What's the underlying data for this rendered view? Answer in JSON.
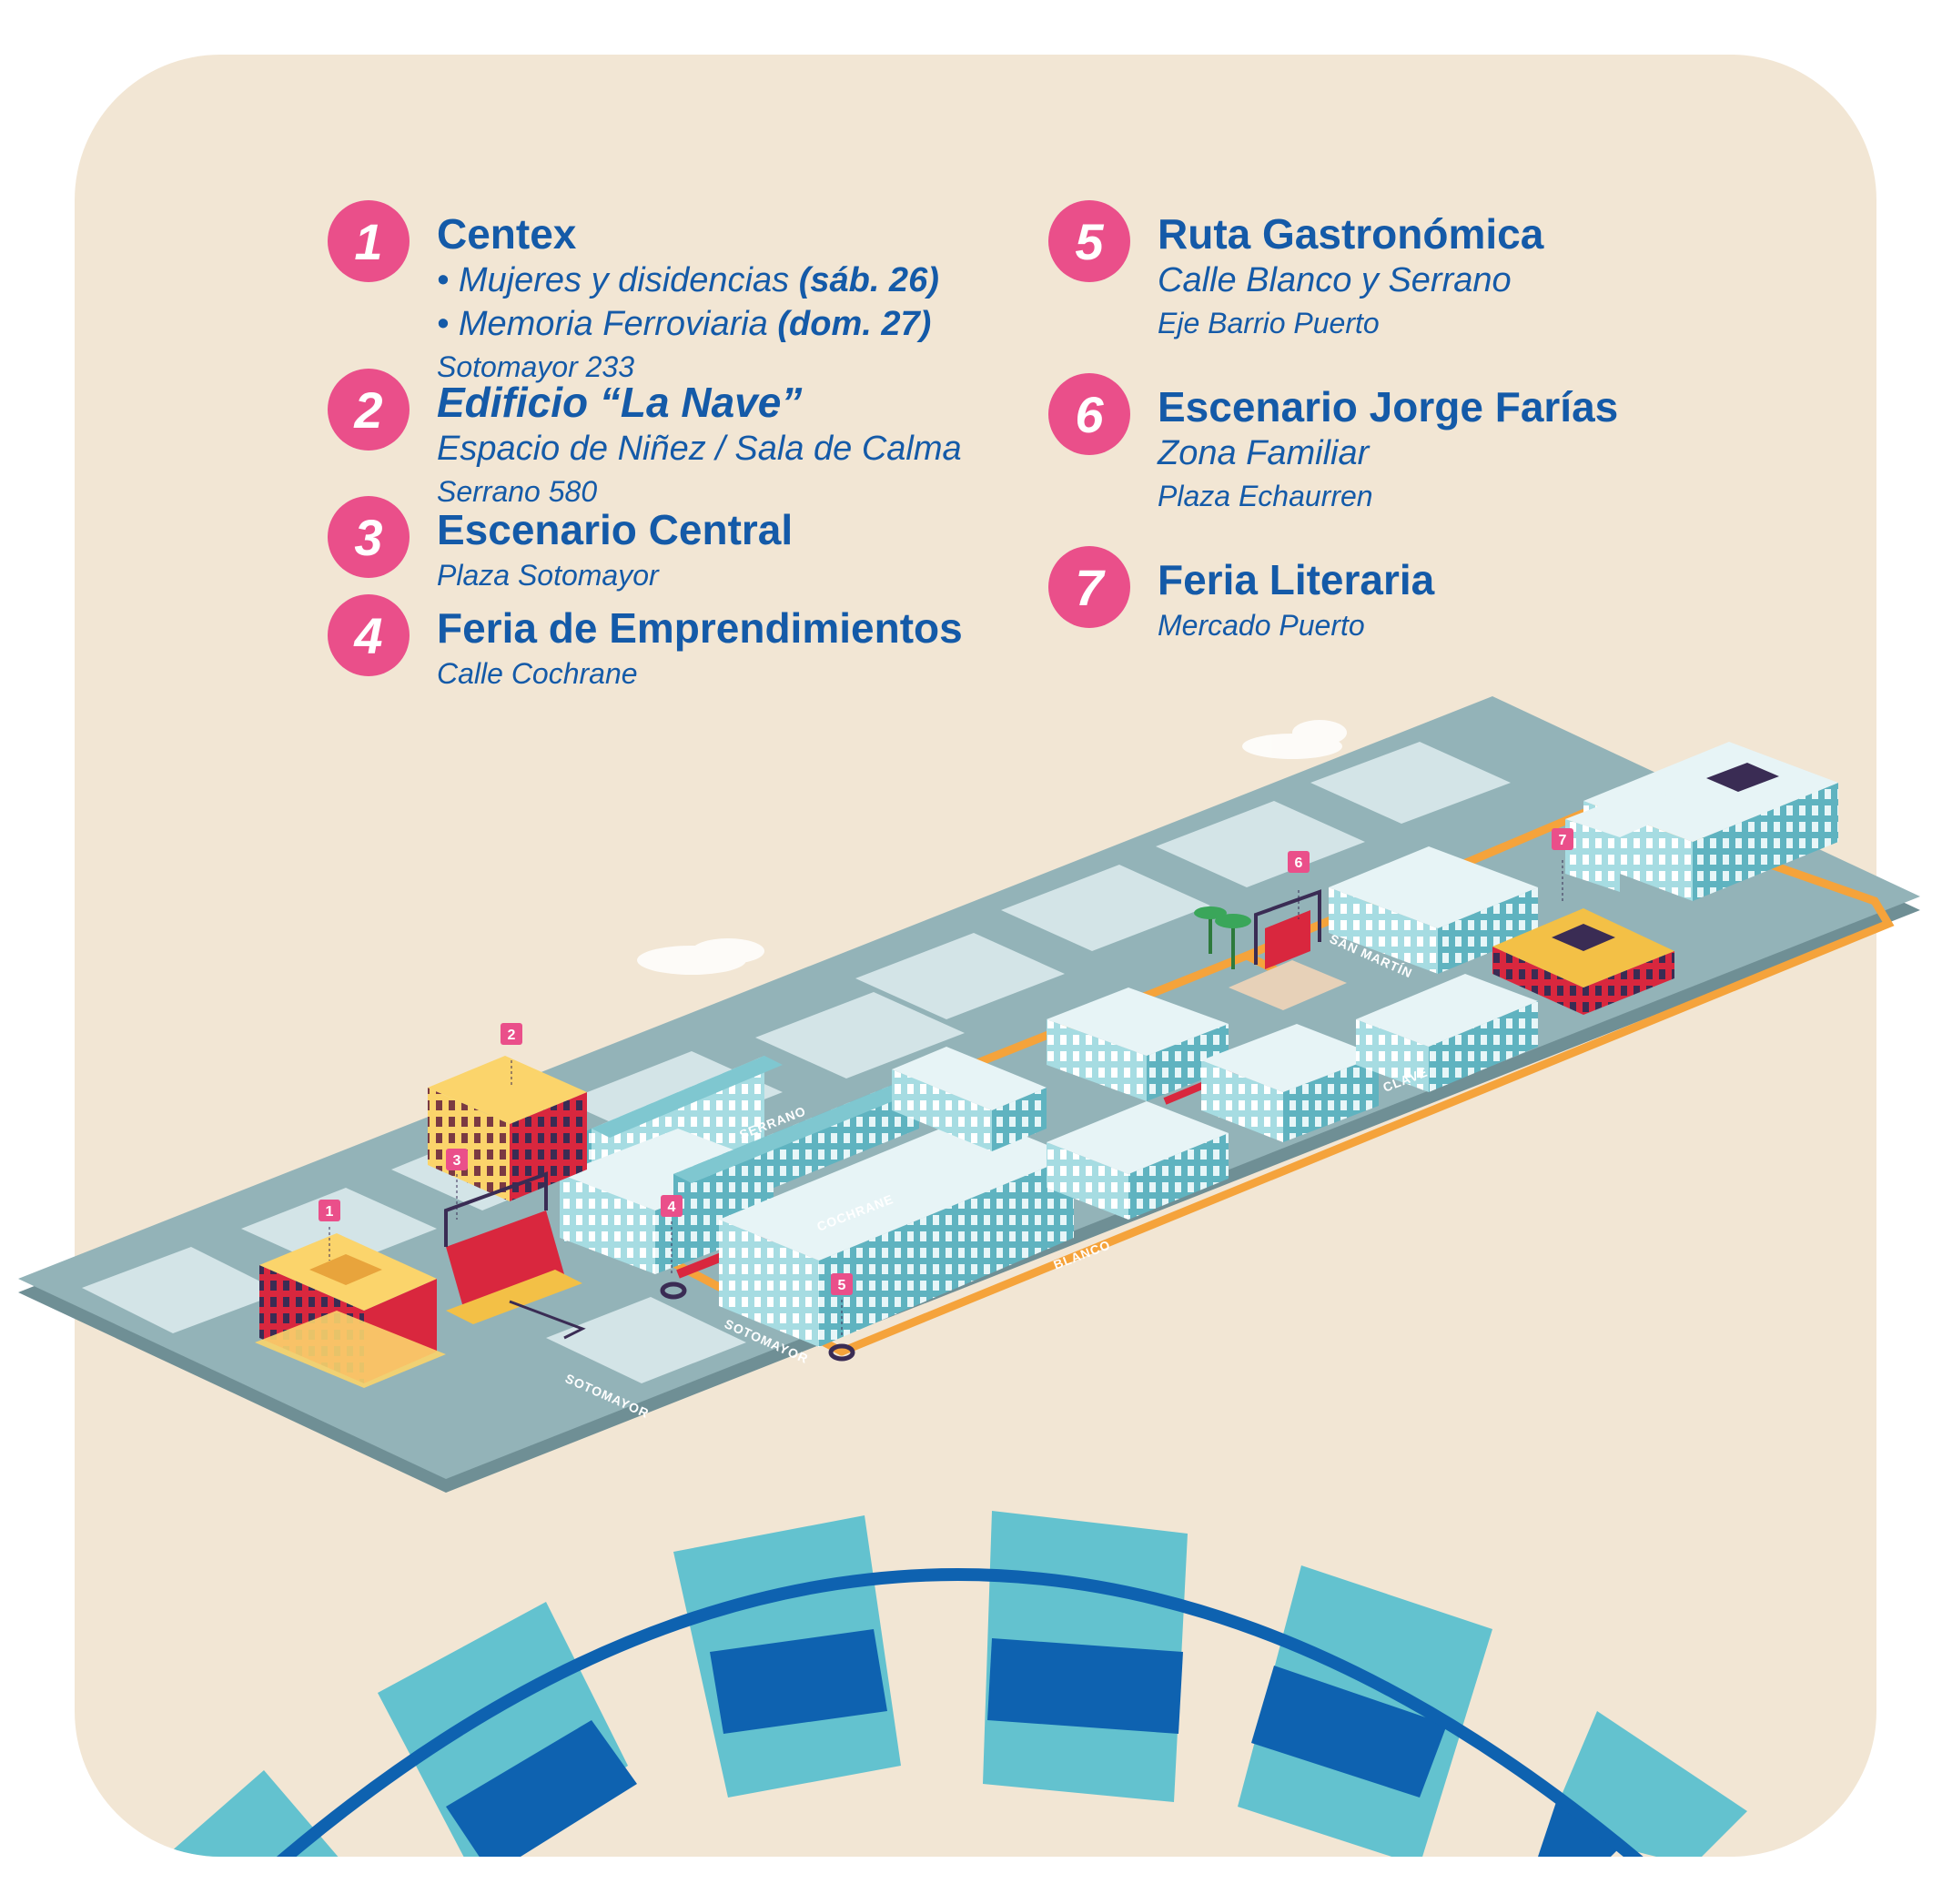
{
  "legend": [
    {
      "num": "1",
      "title": "Centex",
      "bullets": [
        {
          "text": "• Mujeres y disidencias ",
          "bold": "(sáb. 26)"
        },
        {
          "text": "• Memoria Ferroviaria ",
          "bold": "(dom. 27)"
        }
      ],
      "address": "Sotomayor 233"
    },
    {
      "num": "2",
      "title": "Edificio “La Nave”",
      "subtitle": "Espacio de Niñez / Sala de Calma",
      "address": "Serrano 580"
    },
    {
      "num": "3",
      "title": "Escenario Central",
      "address": "Plaza Sotomayor"
    },
    {
      "num": "4",
      "title": "Feria de Emprendimientos",
      "address": "Calle Cochrane"
    },
    {
      "num": "5",
      "title": "Ruta Gastronómica",
      "subtitle": "Calle Blanco y Serrano",
      "address": "Eje Barrio Puerto"
    },
    {
      "num": "6",
      "title": "Escenario Jorge Farías",
      "subtitle": "Zona Familiar",
      "address": "Plaza Echaurren"
    },
    {
      "num": "7",
      "title": "Feria Literaria",
      "address": "Mercado Puerto"
    }
  ],
  "streets": {
    "serrano": "SERRANO",
    "cochrane": "COCHRANE",
    "blanco": "BLANCO",
    "sotomayor_a": "SOTOMAYOR",
    "sotomayor_b": "SOTOMAYOR",
    "san_martin": "SAN MARTÍN",
    "clave": "CLAVE"
  },
  "pins": [
    "1",
    "2",
    "3",
    "4",
    "5",
    "6",
    "7"
  ],
  "colors": {
    "background": "#f2e6d4",
    "badge": "#ea4f8a",
    "text": "#145aa8",
    "platform": "#93b3b8",
    "block": "#d2e3e6",
    "route": "#f5a33b",
    "building": "#9fd6dc",
    "arch_light": "#63c2cf",
    "arch_dark": "#0e62b0"
  }
}
